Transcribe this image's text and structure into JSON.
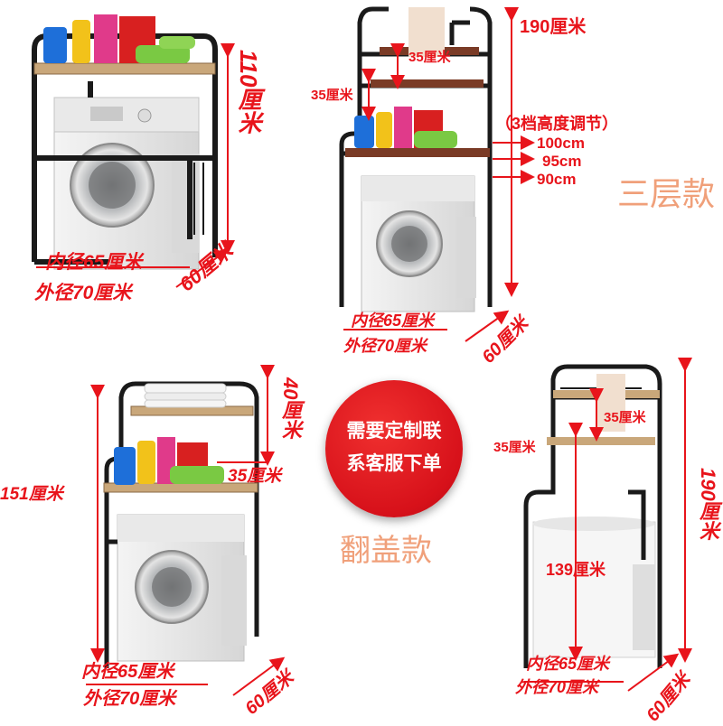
{
  "panel_a": {
    "height": "110厘米",
    "inner": "内径65厘米",
    "outer": "外径70厘米",
    "depth": "60厘米"
  },
  "panel_b": {
    "height": "190厘米",
    "shelf_gap_top": "35厘米",
    "shelf_gap_left": "35厘米",
    "adjust_note": "（3档高度调节）",
    "level_1": "100cm",
    "level_2": "95cm",
    "level_3": "90cm",
    "style_name": "三层款",
    "inner": "内径65厘米",
    "outer": "外径70厘米",
    "depth": "60厘米"
  },
  "panel_c": {
    "shelf_gap": "40厘米",
    "shelf_gap_2": "35厘米",
    "height": "151厘米",
    "inner": "内径65厘米",
    "outer": "外径70厘米",
    "depth": "60厘米"
  },
  "badge": {
    "line1": "需要定制联",
    "line2": "系客服下单"
  },
  "flip_style": "翻盖款",
  "panel_d": {
    "shelf_gap_right": "35厘米",
    "shelf_gap_left": "35厘米",
    "height": "190厘米",
    "inner_height": "139厘米",
    "inner": "内径65厘米",
    "outer": "外径70厘米",
    "depth": "60厘米"
  },
  "colors": {
    "dimension_red": "#e8141b",
    "style_orange": "#f0a07a",
    "frame_black": "#1a1a1a",
    "shelf_wood": "#c9a77a",
    "shelf_dark": "#7a3b26",
    "washer_white": "#e8e8e8"
  }
}
